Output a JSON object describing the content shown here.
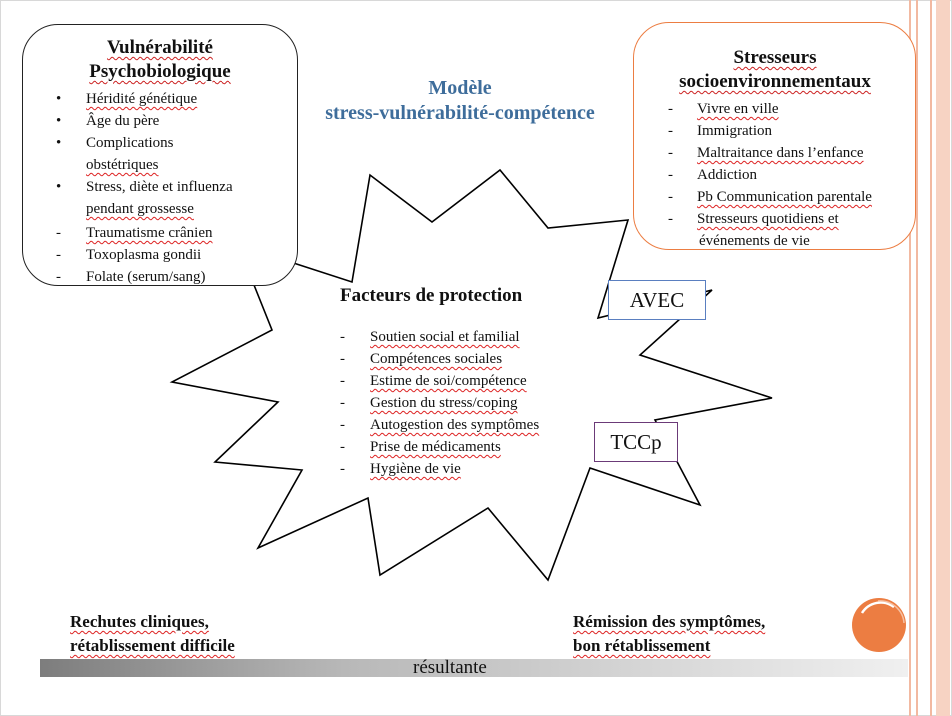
{
  "model_title": {
    "line1": "Modèle",
    "line2": "stress-vulnérabilité-compétence"
  },
  "vulnerability": {
    "title_line1": "Vulnérabilité",
    "title_line2": "Psychobiologique",
    "bullet_items": [
      {
        "lines": [
          "Héridité génétique"
        ]
      },
      {
        "lines": [
          "Âge du père"
        ]
      },
      {
        "lines": [
          "Complications",
          "obstétriques"
        ]
      },
      {
        "lines": [
          "Stress, diète et influenza",
          "pendant grossesse"
        ]
      }
    ],
    "dash_items": [
      "Traumatisme crânien",
      "Toxoplasma gondii",
      "Folate (serum/sang)"
    ]
  },
  "stressors": {
    "title_line1": "Stresseurs",
    "title_line2": "socioenvironnementaux",
    "items": [
      {
        "lines": [
          "Vivre en ville"
        ]
      },
      {
        "lines": [
          "Immigration"
        ]
      },
      {
        "lines": [
          "Maltraitance dans l’enfance"
        ]
      },
      {
        "lines": [
          "Addiction"
        ]
      },
      {
        "lines": [
          "Pb Communication parentale"
        ]
      },
      {
        "lines": [
          "Stresseurs quotidiens et",
          "événements de vie"
        ]
      }
    ]
  },
  "protection": {
    "title": "Facteurs de protection",
    "items": [
      "Soutien social et familial",
      "Compétences sociales",
      "Estime de soi/compétence",
      "Gestion du stress/coping",
      "Autogestion des symptômes",
      "Prise de médicaments",
      "Hygiène de vie"
    ]
  },
  "tags": {
    "avec": "AVEC",
    "tccp": "TCCp"
  },
  "outcomes": {
    "left_line1": "Rechutes cliniques,",
    "left_line2": "rétablissement difficile",
    "right_line1": "Rémission des symptômes,",
    "right_line2": "bon rétablissement",
    "axis_label": "résultante"
  },
  "colors": {
    "title_blue": "#3e6d9b",
    "orange_accent": "#ec7d42",
    "stripe": "#f2b9a1",
    "spellcheck_red": "#d22222"
  },
  "icons": {
    "bullet": "•",
    "dash": "-"
  }
}
